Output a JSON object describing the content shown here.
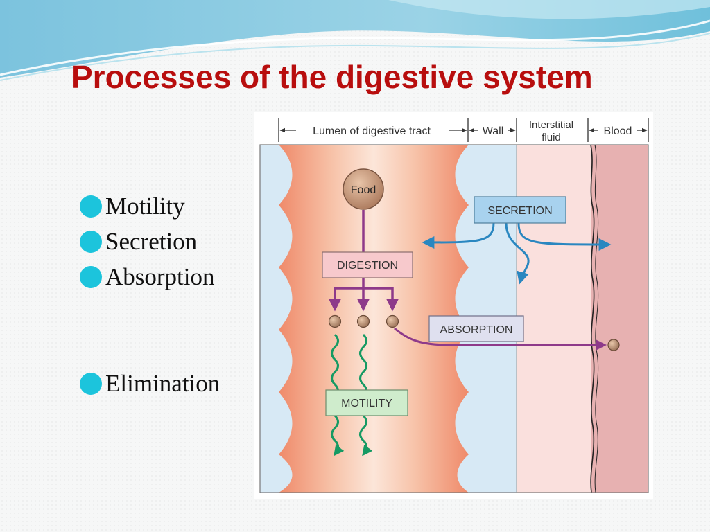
{
  "slide": {
    "title": "Processes of the digestive system",
    "bullets": [
      "Motility",
      "Secretion",
      "Absorption",
      "Elimination"
    ]
  },
  "diagram": {
    "regions": {
      "lumen": "Lumen of digestive tract",
      "wall": "Wall",
      "interstitial_line1": "Interstitial",
      "interstitial_line2": "fluid",
      "blood": "Blood"
    },
    "food_label": "Food",
    "process_boxes": {
      "secretion": "SECRETION",
      "digestion": "DIGESTION",
      "absorption": "ABSORPTION",
      "motility": "MOTILITY"
    }
  },
  "colors": {
    "title": "#b80e0e",
    "bullet_dot": "#1cc4dc",
    "secretion_arrow": "#2a87c0",
    "digestion_arrow": "#8e3a8a",
    "motility_arrow": "#159a63",
    "lumen_fill": "#d7e9f5",
    "wall_fill": "#f19a78",
    "interstitial_fill": "#fae0dd",
    "blood_fill": "#e7b1b1"
  }
}
